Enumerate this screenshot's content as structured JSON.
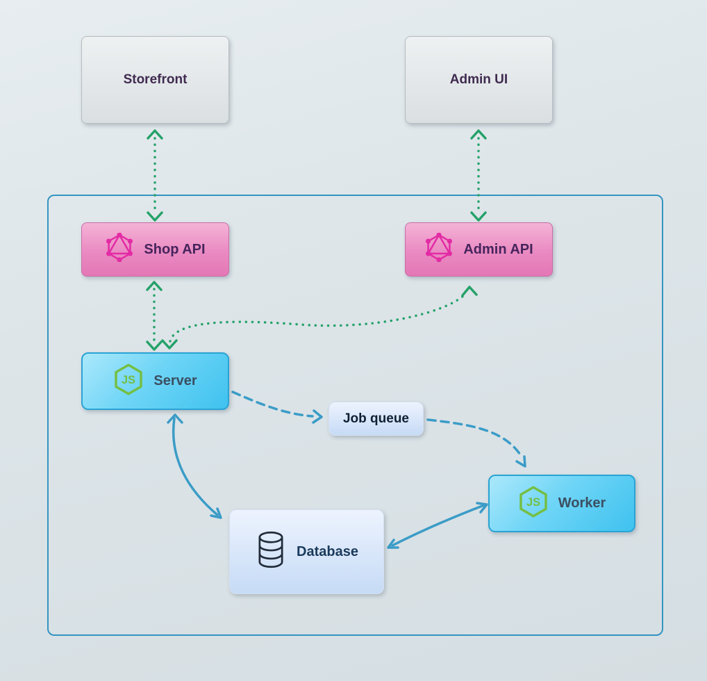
{
  "diagram": {
    "title": "",
    "nodes": {
      "storefront": {
        "label": "Storefront",
        "kind": "external-client"
      },
      "admin_ui": {
        "label": "Admin UI",
        "kind": "external-client"
      },
      "shop_api": {
        "label": "Shop API",
        "icon": "graphql-icon"
      },
      "admin_api": {
        "label": "Admin API",
        "icon": "graphql-icon"
      },
      "server": {
        "label": "Server",
        "icon": "nodejs-icon"
      },
      "job_queue": {
        "label": "Job queue"
      },
      "worker": {
        "label": "Worker",
        "icon": "nodejs-icon"
      },
      "database": {
        "label": "Database",
        "icon": "database-icon"
      }
    },
    "edges": [
      {
        "from": "storefront",
        "to": "shop_api",
        "style": "dotted",
        "bidirectional": true,
        "color": "#26a269"
      },
      {
        "from": "admin_ui",
        "to": "admin_api",
        "style": "dotted",
        "bidirectional": true,
        "color": "#26a269"
      },
      {
        "from": "shop_api",
        "to": "server",
        "style": "dotted",
        "bidirectional": true,
        "color": "#26a269"
      },
      {
        "from": "admin_api",
        "to": "server",
        "style": "dotted",
        "bidirectional": true,
        "color": "#26a269"
      },
      {
        "from": "server",
        "to": "job_queue",
        "style": "dashed",
        "bidirectional": false,
        "color": "#3b9cc7"
      },
      {
        "from": "job_queue",
        "to": "worker",
        "style": "dashed",
        "bidirectional": false,
        "color": "#3b9cc7"
      },
      {
        "from": "server",
        "to": "database",
        "style": "solid",
        "bidirectional": true,
        "color": "#3b9cc7"
      },
      {
        "from": "database",
        "to": "worker",
        "style": "solid",
        "bidirectional": true,
        "color": "#3b9cc7"
      }
    ],
    "colors": {
      "background": "#dde5e9",
      "boundary_border": "#3494c1",
      "client_box": "#dadfe2",
      "api_box": "#e377b5",
      "node_box": "#3fc2ef",
      "queue_box": "#c6dbf6",
      "green_edge": "#26a269",
      "blue_edge": "#3b9cc7",
      "graphql_icon": "#e32ba5",
      "nodejs_icon": "#74bf44",
      "database_icon": "#212b39"
    }
  }
}
